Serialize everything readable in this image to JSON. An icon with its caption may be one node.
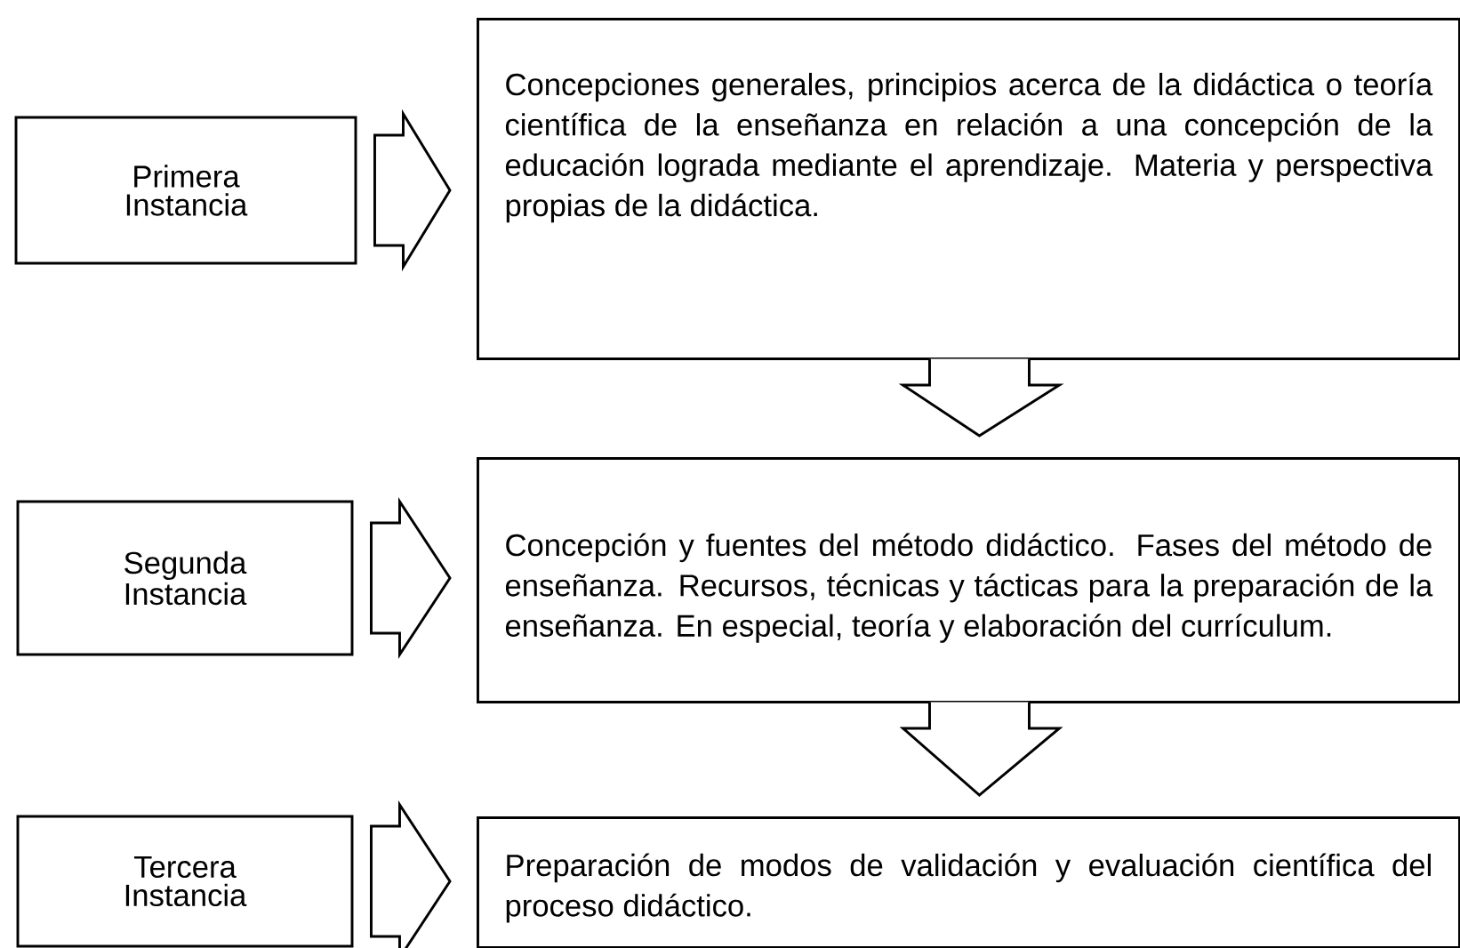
{
  "diagram": {
    "nodes": [
      {
        "text": [
          "Primera Instancia"
        ]
      },
      {
        "text": [
          "Concepciones generales, principios acerca de la didáctica o teoría científica de la enseñanza en relación a una concepción de la educación lograda mediante el aprendizaje. Materia y perspectiva propias de la didáctica."
        ]
      },
      {
        "text": [
          "Segunda Instancia"
        ]
      },
      {
        "text": [
          "Concepción y fuentes del método didáctico. Fases del método de enseñanza. Recursos, técnicas y tácticas para la preparación de la enseñanza. En especial, teoría y elaboración del currículum."
        ]
      },
      {
        "text": [
          "Tercera Instancia"
        ]
      },
      {
        "text": [
          "Preparación de modos de validación y evaluación científica del proceso didáctico."
        ]
      }
    ],
    "edges": [
      {
        "from": 0,
        "to": 1,
        "arrow": "to"
      },
      {
        "from": 1,
        "to": 3,
        "arrow": "to"
      },
      {
        "from": 2,
        "to": 3,
        "arrow": "to"
      },
      {
        "from": 3,
        "to": 5,
        "arrow": "to"
      },
      {
        "from": 4,
        "to": 5,
        "arrow": "to"
      }
    ]
  }
}
